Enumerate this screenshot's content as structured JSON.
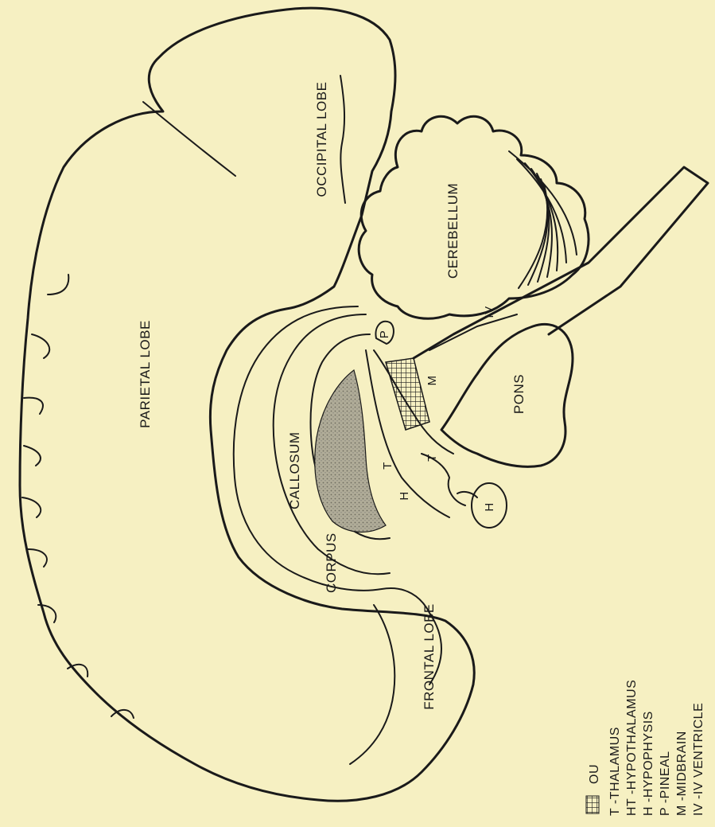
{
  "regions": {
    "parietal": "PARIETAL  LOBE",
    "occipital": "OCCIPITAL  LOBE",
    "cerebellum": "CEREBELLUM",
    "pons": "PONS",
    "corpus_a": "CORPUS",
    "corpus_b": "CALLOSUM",
    "frontal": "FRONTAL  LOBE",
    "thalamus_mark": "T",
    "thalamus_mark_2": "T",
    "hypothalamus_mark": "H",
    "hypophysis_mark": "H",
    "pineal_mark": "P",
    "midbrain_mark": "M",
    "ventricle_mark": "IV"
  },
  "legend": {
    "item_0": "OU",
    "item_1": "T -THALAMUS",
    "item_2": "HT -HYPOTHALAMUS",
    "item_3": "H -HYPOPHYSIS",
    "item_4": "P -PINEAL",
    "item_5": "M -MIDBRAIN",
    "item_6": "IV -IV VENTRICLE"
  },
  "colors": {
    "paper": "#f6f0c2",
    "ink": "#1a1a1a",
    "shade": "#9a9a8c"
  }
}
